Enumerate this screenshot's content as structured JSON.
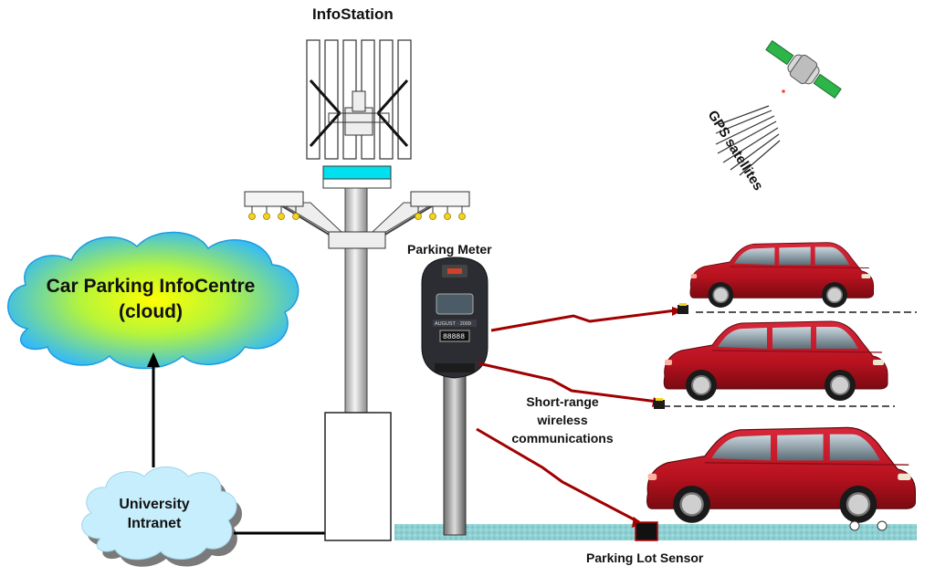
{
  "labels": {
    "infostation": "InfoStation",
    "gps": "GPS satellites",
    "parking_meter": "Parking Meter",
    "cloud_line1": "Car Parking InfoCentre",
    "cloud_line2": "(cloud)",
    "wireless_line1": "Short-range",
    "wireless_line2": "wireless",
    "wireless_line3": "communications",
    "intranet_line1": "University",
    "intranet_line2": "Intranet",
    "sensor": "Parking Lot Sensor"
  },
  "meter_display": {
    "brand": "AUGUST · 2009",
    "digits": "88888"
  },
  "colors": {
    "cloud_center": "#ffff00",
    "cloud_edge": "#2fb8ff",
    "car_body": "#b8121f",
    "cyan_band": "#00e0ee",
    "road": "#8fd1d3",
    "satellite_panel": "#2db54a",
    "wireless_bolt": "#a00000"
  },
  "icons": [
    "satellite-icon",
    "car-icon",
    "parking-meter-icon",
    "sensor-icon",
    "cloud-icon"
  ]
}
